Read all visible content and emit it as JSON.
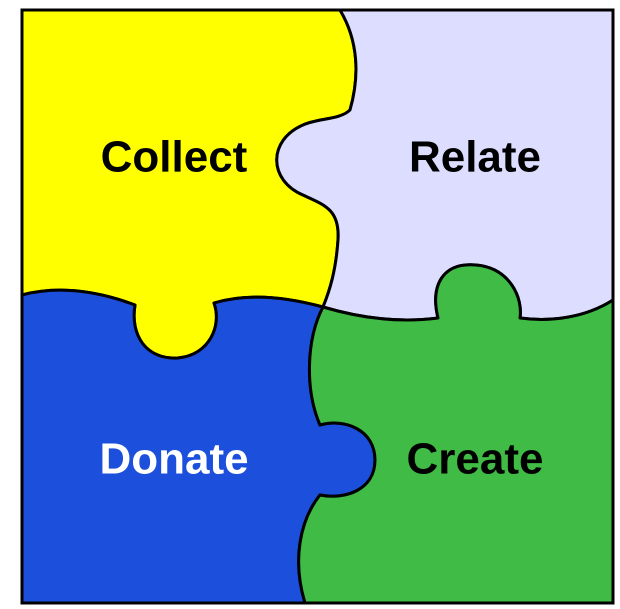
{
  "pieces": {
    "collect": {
      "label": "Collect",
      "fill": "#FFFF00",
      "text_color": "#000000"
    },
    "relate": {
      "label": "Relate",
      "fill": "#DDDDFF",
      "text_color": "#000000"
    },
    "donate": {
      "label": "Donate",
      "fill": "#1C4FDC",
      "text_color": "#FFFFFF"
    },
    "create": {
      "label": "Create",
      "fill": "#40BB45",
      "text_color": "#000000"
    }
  },
  "outline_color": "#000000"
}
